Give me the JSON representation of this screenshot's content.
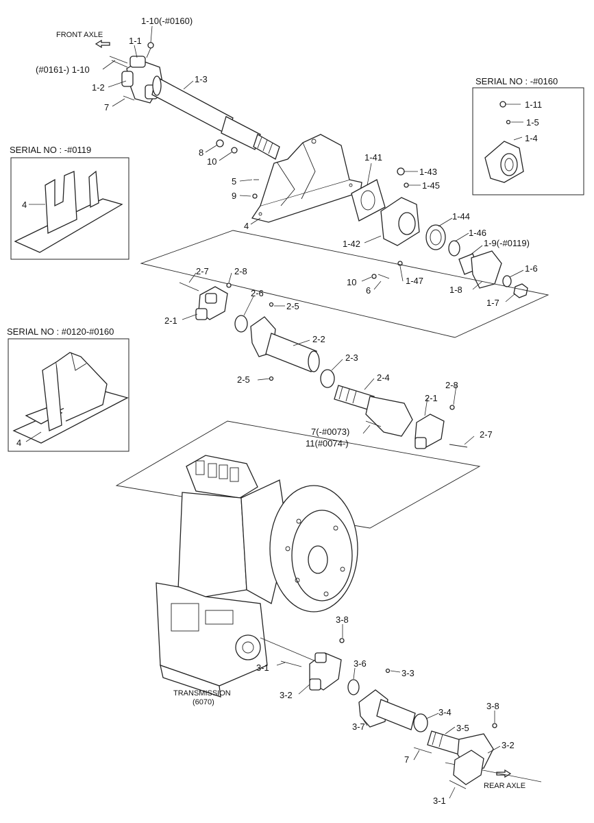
{
  "diagram": {
    "front_axle": "FRONT AXLE",
    "rear_axle": "REAR AXLE",
    "transmission": [
      "TRANSMISSION",
      "(6070)"
    ],
    "serial_boxes": {
      "box_0160": "SERIAL NO : -#0160",
      "box_0119": "SERIAL NO : -#0119",
      "box_0120_0160": "SERIAL NO : #0120-#0160"
    },
    "labels": {
      "l_1_10_top": "1-10(-#0160)",
      "l_1_1": "1-1",
      "l_1_10_left": "(#0161-) 1-10",
      "l_1_2": "1-2",
      "l_7_top": "7",
      "l_1_3": "1-3",
      "l_8": "8",
      "l_10_a": "10",
      "l_5": "5",
      "l_9": "9",
      "l_4_main": "4",
      "l_1_41": "1-41",
      "l_1_43": "1-43",
      "l_1_45": "1-45",
      "l_1_42": "1-42",
      "l_1_44": "1-44",
      "l_1_46": "1-46",
      "l_1_9": "1-9(-#0119)",
      "l_1_6": "1-6",
      "l_1_7": "1-7",
      "l_1_8": "1-8",
      "l_1_47": "1-47",
      "l_10_b": "10",
      "l_6": "6",
      "l_1_11": "1-11",
      "l_1_5": "1-5",
      "l_1_4": "1-4",
      "l_4_box1": "4",
      "l_4_box2": "4",
      "l_2_7_a": "2-7",
      "l_2_8_a": "2-8",
      "l_2_1_a": "2-1",
      "l_2_6": "2-6",
      "l_2_5_a": "2-5",
      "l_2_2": "2-2",
      "l_2_3": "2-3",
      "l_2_5_b": "2-5",
      "l_2_4": "2-4",
      "l_2_8_b": "2-8",
      "l_2_1_b": "2-1",
      "l_2_7_b": "2-7",
      "l_7_mid": "7(-#0073)",
      "l_11_mid": "11(#0074-)",
      "l_3_8_a": "3-8",
      "l_3_1_a": "3-1",
      "l_3_6": "3-6",
      "l_3_3": "3-3",
      "l_3_2_a": "3-2",
      "l_3_7": "3-7",
      "l_3_4": "3-4",
      "l_3_5": "3-5",
      "l_3_8_b": "3-8",
      "l_3_2_b": "3-2",
      "l_7_bot": "7",
      "l_3_1_b": "3-1"
    }
  }
}
